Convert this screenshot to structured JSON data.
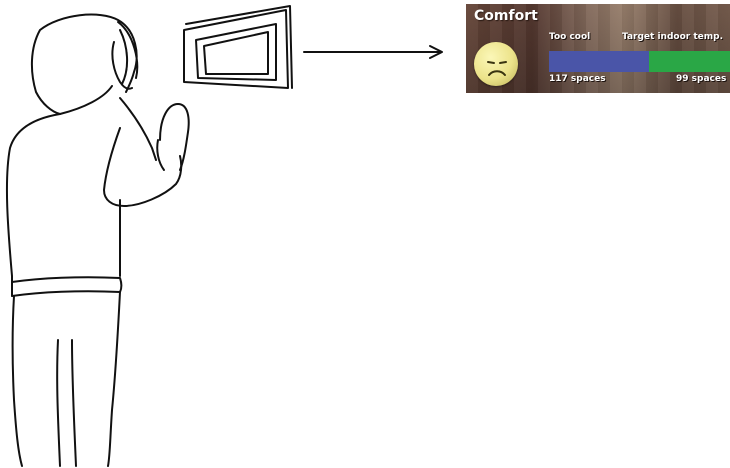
{
  "panel": {
    "title": "Comfort",
    "face": "sad-face-icon",
    "bar_left_label": "Too cool",
    "bar_right_label": "Target indoor temp.",
    "left_count": "117 spaces",
    "right_count": "99 spaces",
    "left_color": "#4a55a8",
    "right_color": "#2aa746"
  }
}
